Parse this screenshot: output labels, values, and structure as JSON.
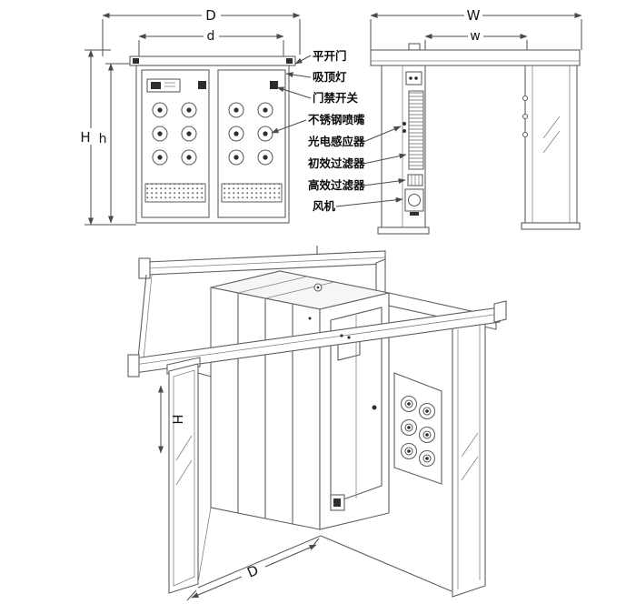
{
  "colors": {
    "line": "#5f5f5f",
    "dim_line": "#4d4d4d",
    "text": "#0c0c0c",
    "dark_fill": "#2e2e2e",
    "background": "#ffffff"
  },
  "dimensions": {
    "front_outer_width": "D",
    "front_inner_width": "d",
    "front_outer_height": "H",
    "front_inner_height": "h",
    "side_outer_width": "W",
    "side_inner_width": "w",
    "iso_depth": "D",
    "iso_height": "H"
  },
  "annotations": {
    "items": [
      {
        "id": "swing-door",
        "label": "平开门"
      },
      {
        "id": "ceiling-lamp",
        "label": "吸顶灯"
      },
      {
        "id": "door-access-switch",
        "label": "门禁开关"
      },
      {
        "id": "stainless-nozzle",
        "label": "不锈钢喷嘴"
      },
      {
        "id": "photo-sensor",
        "label": "光电感应器"
      },
      {
        "id": "primary-filter",
        "label": "初效过滤器"
      },
      {
        "id": "hepa-filter",
        "label": "高效过滤器"
      },
      {
        "id": "fan",
        "label": "风机"
      }
    ]
  }
}
